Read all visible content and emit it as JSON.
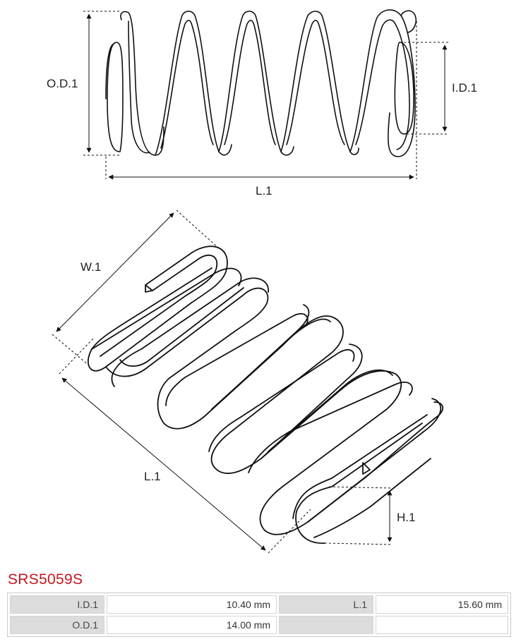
{
  "dimension_labels": {
    "outer_diameter": "O.D.1",
    "inner_diameter": "I.D.1",
    "length_top": "L.1",
    "width": "W.1",
    "length_bottom": "L.1",
    "height": "H.1"
  },
  "part_number": "SRS5059S",
  "specs": {
    "row1": {
      "key1": "I.D.1",
      "value1": "10.40 mm",
      "key2": "L.1",
      "value2": "15.60 mm"
    },
    "row2": {
      "key1": "O.D.1",
      "value1": "14.00 mm",
      "key2": "",
      "value2": ""
    }
  }
}
